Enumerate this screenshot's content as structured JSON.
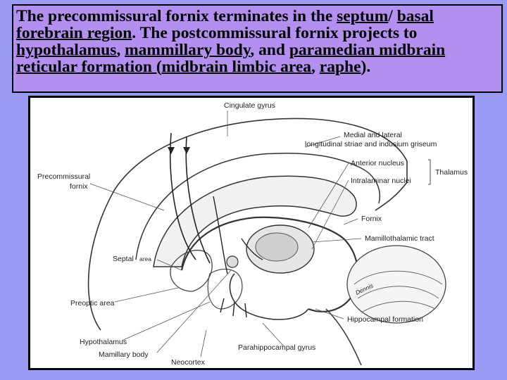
{
  "caption": {
    "t1": "The precommissural fornix terminates in the ",
    "septum": "septum",
    "t2": "/ ",
    "basal": "basal forebrain region",
    "t3": ". The postcommissural fornix projects to ",
    "hypothalamus": "hypothalamus",
    "t4": ", ",
    "mammillary": "mammillary body",
    "t5": ", and ",
    "paramedian": "paramedian midbrain",
    "t6": " ",
    "reticular": "reticular formation (midbrain limbic area",
    "t7": ", ",
    "raphe": "raphe",
    "t8": ")."
  },
  "diagram": {
    "labels": {
      "cingulate_gyrus": "Cingulate gyrus",
      "striae_1": "Medial and lateral",
      "striae_2": "longitudinal striae and indusium griseum",
      "anterior_nucleus": "Anterior nucleus",
      "intralaminar_nuclei": "Intralaminar nuclei",
      "thalamus": "Thalamus",
      "precommissural_1": "Precommissural",
      "precommissural_2": "fornix",
      "fornix": "Fornix",
      "mamillothalamic_tract": "Mamillothalamic tract",
      "septal": "Septal",
      "area": "area",
      "preoptic_area": "Preoptic area",
      "hippocampal_formation": "Hippocampal formation",
      "hypothalamus": "Hypothalamus",
      "parahippocampal_gyrus": "Parahippocampal gyrus",
      "mamillary_body": "Mamillary body",
      "neocortex": "Neocortex",
      "signature": "Dennis"
    }
  }
}
